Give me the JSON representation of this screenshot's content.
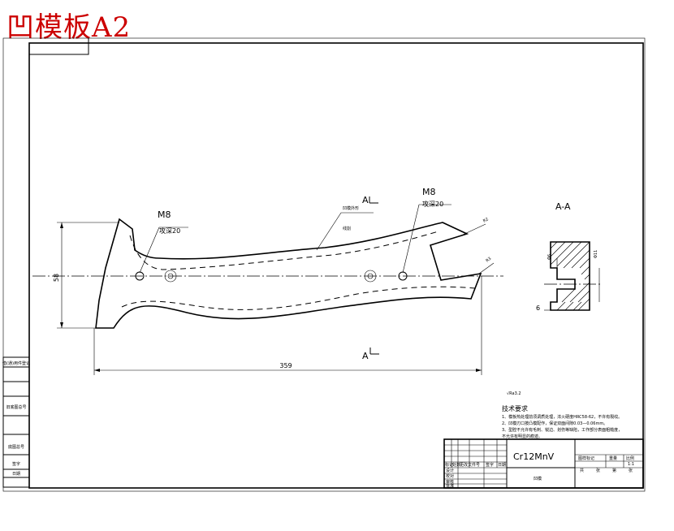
{
  "title_stamp": "凹模板A2",
  "labels": {
    "thread_left": "M8",
    "depth_left": "攻深20",
    "thread_right": "M8",
    "depth_right": "攻深20",
    "section_mark_top": "A",
    "section_mark_bottom": "A",
    "section_title": "A-A",
    "leader_note_1": "凹模外形",
    "leader_note_2": "线割",
    "radius_1": "R2",
    "radius_2": "R3"
  },
  "dimensions": {
    "height": "58",
    "length": "359",
    "section_depth": "6",
    "section_hole_1": "Φ6",
    "section_hole_2": "Φ11"
  },
  "roughness": "√Ra3.2",
  "tech_requirements": {
    "heading": "技术要求",
    "lines": [
      "1、模板热处理前须调质处理，淬火硬度HRC58-62，不许有裂纹。",
      "2、凹模刃口按凸模配作，保证双面间隙0.03—0.06mm。",
      "3、型腔不允许有毛刺、锐边、划伤等缺陷，工作部分表面粗糙度，"
    ],
    "tail": "不允许有明显的痕迹。"
  },
  "title_block": {
    "material": "Cr12MnV",
    "part_name": "凹模",
    "stage_label": "图样标记",
    "weight_label": "重量",
    "scale_label": "比例",
    "scale_value": "1:1",
    "sheet_total": "共",
    "sheet_label": "张",
    "sheet_no": "第",
    "sheet_no_label": "张",
    "roles": [
      "设计",
      "校对",
      "审核",
      "批准"
    ],
    "revision_headers": [
      "标记",
      "处数",
      "更改文件号",
      "签字",
      "日期"
    ]
  },
  "side_block": [
    "借(通)用件登记",
    "",
    "旧底图总号",
    "",
    "底图总号",
    "签字",
    "日期"
  ]
}
